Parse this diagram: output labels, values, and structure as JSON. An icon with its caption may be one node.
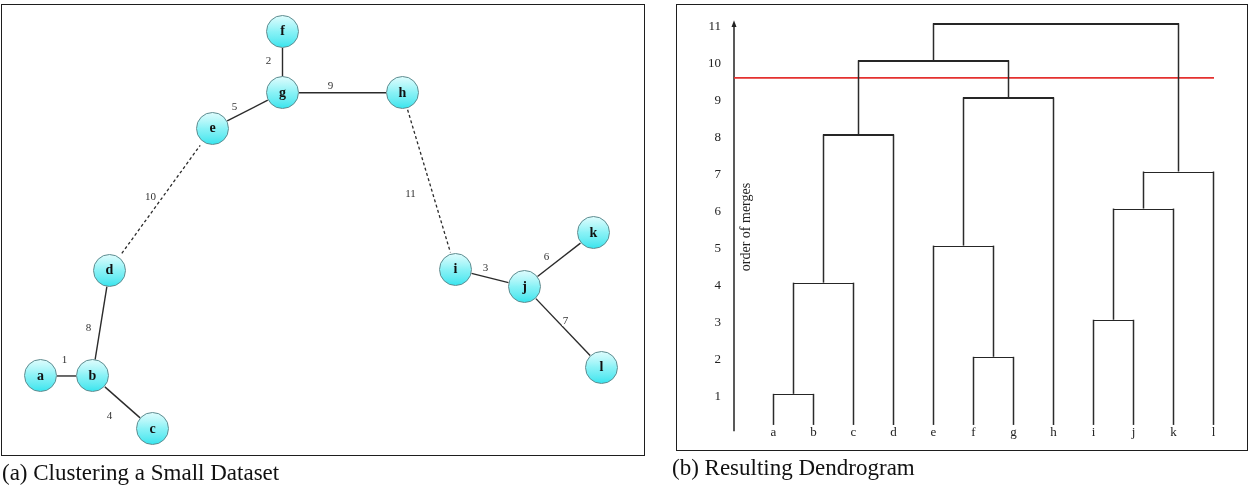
{
  "diagram": {
    "nodes": [
      {
        "text": [],
        "shape": "box",
        "beside": [
          "(a) Clustering a Small Dataset"
        ]
      },
      {
        "text": [
          "a"
        ],
        "in": 0
      },
      {
        "text": [
          "b"
        ],
        "in": 0
      },
      {
        "text": [
          "c"
        ],
        "in": 0
      },
      {
        "text": [
          "d"
        ],
        "in": 0
      },
      {
        "text": [
          "e"
        ],
        "in": 0
      },
      {
        "text": [
          "f"
        ],
        "in": 0
      },
      {
        "text": [
          "g"
        ],
        "in": 0
      },
      {
        "text": [
          "h"
        ],
        "in": 0
      },
      {
        "text": [
          "i"
        ],
        "in": 0
      },
      {
        "text": [
          "j"
        ],
        "in": 0
      },
      {
        "text": [
          "k"
        ],
        "in": 0
      },
      {
        "text": [
          "l"
        ],
        "in": 0
      },
      {
        "text": [],
        "shape": "box",
        "beside": [
          "(b) Resulting Dendrogram"
        ]
      },
      {
        "text": [
          "a"
        ],
        "in": 13
      },
      {
        "text": [
          "b"
        ],
        "in": 13
      },
      {
        "text": [
          "c"
        ],
        "in": 13
      },
      {
        "text": [
          "d"
        ],
        "in": 13
      },
      {
        "text": [
          "e"
        ],
        "in": 13
      },
      {
        "text": [
          "f"
        ],
        "in": 13
      },
      {
        "text": [
          "g"
        ],
        "in": 13
      },
      {
        "text": [
          "h"
        ],
        "in": 13
      },
      {
        "text": [
          "i"
        ],
        "in": 13
      },
      {
        "text": [
          "j"
        ],
        "in": 13
      },
      {
        "text": [
          "k"
        ],
        "in": 13
      },
      {
        "text": [
          "l"
        ],
        "in": 13
      },
      {
        "text": [],
        "shape": "bar",
        "in": 13
      },
      {
        "text": [],
        "shape": "bar",
        "in": 13
      },
      {
        "text": [],
        "shape": "bar",
        "in": 13
      },
      {
        "text": [],
        "shape": "bar",
        "in": 13
      },
      {
        "text": [],
        "shape": "bar",
        "in": 13
      },
      {
        "text": [],
        "shape": "bar",
        "in": 13
      },
      {
        "text": [],
        "shape": "bar",
        "in": 13
      },
      {
        "text": [],
        "shape": "bar",
        "in": 13
      },
      {
        "text": [],
        "shape": "bar",
        "in": 13
      },
      {
        "text": [],
        "shape": "bar",
        "in": 13
      },
      {
        "text": [],
        "shape": "bar",
        "in": 13
      }
    ],
    "edges": [
      {
        "from": 1,
        "to": 2,
        "arrow": "none",
        "label": "1"
      },
      {
        "from": 6,
        "to": 7,
        "arrow": "none",
        "label": "2"
      },
      {
        "from": 9,
        "to": 10,
        "arrow": "none",
        "label": "3"
      },
      {
        "from": 2,
        "to": 3,
        "arrow": "none",
        "label": "4"
      },
      {
        "from": 5,
        "to": 7,
        "arrow": "none",
        "label": "5"
      },
      {
        "from": 10,
        "to": 11,
        "arrow": "none",
        "label": "6"
      },
      {
        "from": 10,
        "to": 12,
        "arrow": "none",
        "label": "7"
      },
      {
        "from": 2,
        "to": 4,
        "arrow": "none",
        "label": "8"
      },
      {
        "from": 7,
        "to": 8,
        "arrow": "none",
        "label": "9"
      },
      {
        "from": 4,
        "to": 5,
        "arrow": "none",
        "label": "10",
        "style": "dashed"
      },
      {
        "from": 8,
        "to": 9,
        "arrow": "none",
        "label": "11",
        "style": "dashed"
      },
      {
        "from": 14,
        "to": 26,
        "arrow": "none"
      },
      {
        "from": 15,
        "to": 26,
        "arrow": "none"
      },
      {
        "from": 19,
        "to": 27,
        "arrow": "none"
      },
      {
        "from": 20,
        "to": 27,
        "arrow": "none"
      },
      {
        "from": 22,
        "to": 28,
        "arrow": "none"
      },
      {
        "from": 23,
        "to": 28,
        "arrow": "none"
      },
      {
        "from": 26,
        "to": 29,
        "arrow": "none"
      },
      {
        "from": 16,
        "to": 29,
        "arrow": "none"
      },
      {
        "from": 18,
        "to": 30,
        "arrow": "none"
      },
      {
        "from": 27,
        "to": 30,
        "arrow": "none"
      },
      {
        "from": 28,
        "to": 31,
        "arrow": "none"
      },
      {
        "from": 24,
        "to": 31,
        "arrow": "none"
      },
      {
        "from": 31,
        "to": 32,
        "arrow": "none"
      },
      {
        "from": 25,
        "to": 32,
        "arrow": "none"
      },
      {
        "from": 29,
        "to": 33,
        "arrow": "none"
      },
      {
        "from": 17,
        "to": 33,
        "arrow": "none"
      },
      {
        "from": 30,
        "to": 34,
        "arrow": "none"
      },
      {
        "from": 21,
        "to": 34,
        "arrow": "none"
      },
      {
        "from": 33,
        "to": 35,
        "arrow": "none"
      },
      {
        "from": 34,
        "to": 35,
        "arrow": "none"
      },
      {
        "from": 35,
        "to": 36,
        "arrow": "none"
      },
      {
        "from": 32,
        "to": 36,
        "arrow": "none"
      }
    ],
    "labels": [
      "11",
      "10",
      "9",
      "8",
      "7",
      "6",
      "5",
      "4",
      "3",
      "2",
      "1",
      "order of merges"
    ]
  }
}
